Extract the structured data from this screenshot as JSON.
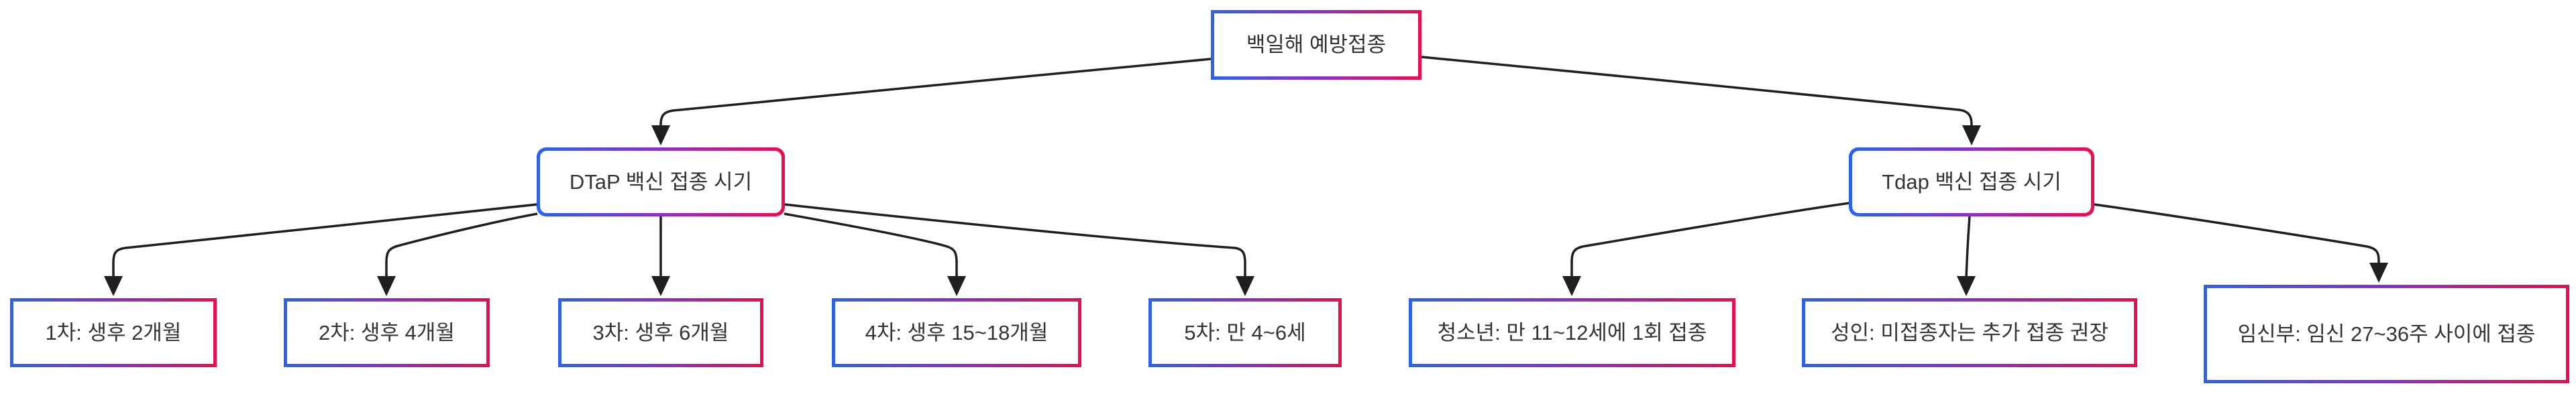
{
  "diagram": {
    "kind": "flowchart",
    "direction": "top-down",
    "title": "백일해 예방접종"
  },
  "nodes": {
    "root": {
      "id": "root",
      "label": "백일해 예방접종",
      "shape": "rect"
    },
    "dtap": {
      "id": "dtap",
      "label": "DTaP 백신 접종 시기",
      "shape": "rounded"
    },
    "tdap": {
      "id": "tdap",
      "label": "Tdap 백신 접종 시기",
      "shape": "rounded"
    },
    "d1": {
      "id": "d1",
      "label": "1차: 생후 2개월",
      "shape": "rect"
    },
    "d2": {
      "id": "d2",
      "label": "2차: 생후 4개월",
      "shape": "rect"
    },
    "d3": {
      "id": "d3",
      "label": "3차: 생후 6개월",
      "shape": "rect"
    },
    "d4": {
      "id": "d4",
      "label": "4차: 생후 15~18개월",
      "shape": "rect"
    },
    "d5": {
      "id": "d5",
      "label": "5차: 만 4~6세",
      "shape": "rect"
    },
    "t1": {
      "id": "t1",
      "label": "청소년: 만 11~12세에 1회 접종",
      "shape": "rect"
    },
    "t2": {
      "id": "t2",
      "label": "성인: 미접종자는 추가 접종 권장",
      "shape": "rect"
    },
    "t3": {
      "id": "t3",
      "label": "임신부: 임신 27~36주 사이에 접종",
      "shape": "rect"
    }
  },
  "edges": [
    {
      "from": "root",
      "to": "dtap"
    },
    {
      "from": "root",
      "to": "tdap"
    },
    {
      "from": "dtap",
      "to": "d1"
    },
    {
      "from": "dtap",
      "to": "d2"
    },
    {
      "from": "dtap",
      "to": "d3"
    },
    {
      "from": "dtap",
      "to": "d4"
    },
    {
      "from": "dtap",
      "to": "d5"
    },
    {
      "from": "tdap",
      "to": "t1"
    },
    {
      "from": "tdap",
      "to": "t2"
    },
    {
      "from": "tdap",
      "to": "t3"
    }
  ],
  "colors": {
    "border_gradient_start": "#2b63eb",
    "border_gradient_mid": "#8b2fc9",
    "border_gradient_end": "#ee0c4e",
    "edge": "#1f1f1f",
    "text": "#333333",
    "node_fill": "#ffffff",
    "background": "#ffffff"
  }
}
